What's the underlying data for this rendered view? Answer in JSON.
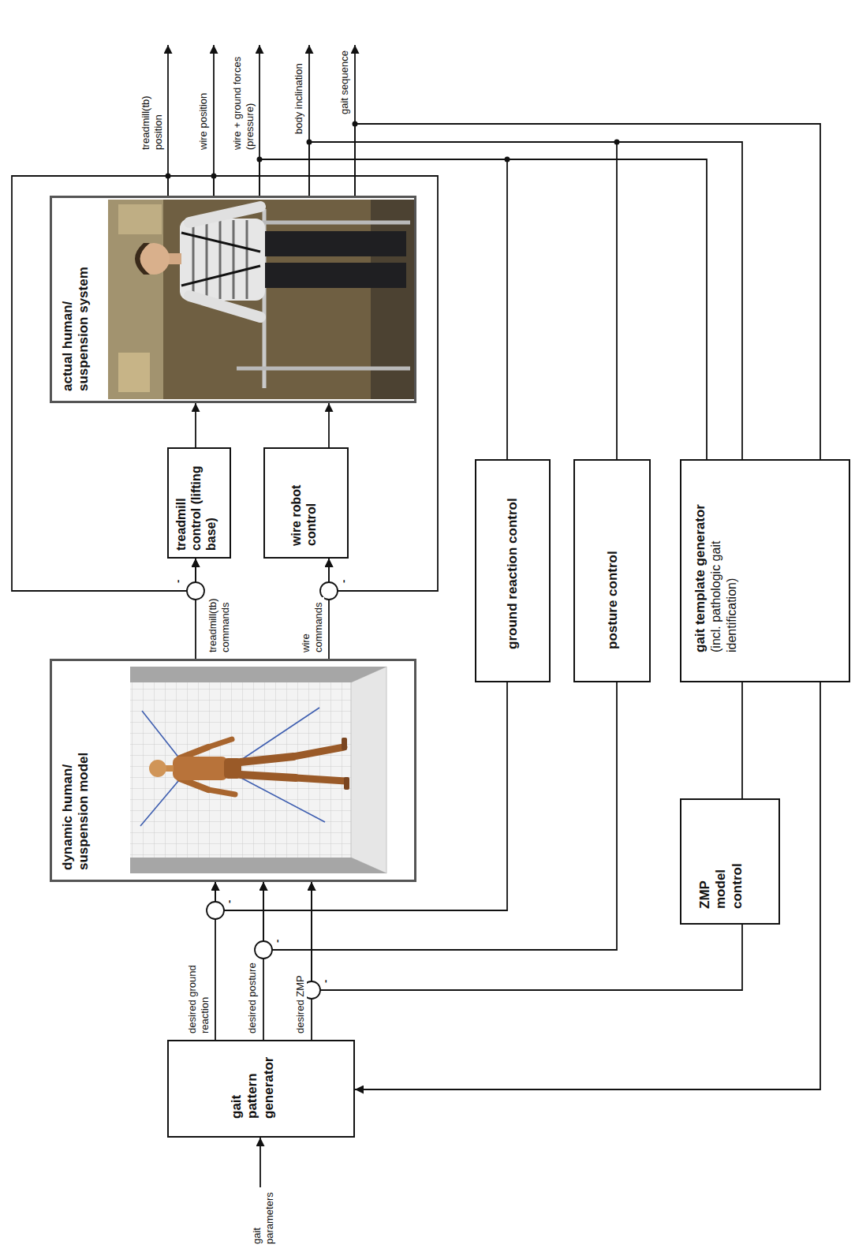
{
  "diagram": {
    "nodes": [
      {
        "text": [
          "gait pattern generator"
        ]
      },
      {
        "text": [
          "dynamic human/ suspension model"
        ]
      },
      {
        "text": [
          "treadmill control (lifting base)"
        ]
      },
      {
        "text": [
          "wire robot control"
        ]
      },
      {
        "text": [
          "actual human/ suspension system"
        ]
      },
      {
        "text": [
          "ground reaction control"
        ]
      },
      {
        "text": [
          "posture control"
        ]
      },
      {
        "text": [
          "ZMP model control"
        ]
      },
      {
        "text": [
          "gait template generator",
          "(incl. pathologic gait identification)"
        ]
      }
    ],
    "edges": [
      {
        "from": 0,
        "to": 1,
        "label": "desired ground reaction",
        "arrow": "to"
      },
      {
        "from": 0,
        "to": 1,
        "label": "desired posture",
        "arrow": "to"
      },
      {
        "from": 0,
        "to": 1,
        "label": "desired ZMP",
        "arrow": "to"
      },
      {
        "from": 1,
        "to": 2,
        "label": "treadmill(tb) commands",
        "arrow": "to"
      },
      {
        "from": 1,
        "to": 3,
        "label": "wire commands",
        "arrow": "to"
      },
      {
        "from": 2,
        "to": 4,
        "arrow": "to"
      },
      {
        "from": 3,
        "to": 4,
        "arrow": "to"
      },
      {
        "from": 4,
        "to": 2,
        "arrow": "to"
      },
      {
        "from": 4,
        "to": 3,
        "arrow": "to"
      },
      {
        "from": 4,
        "to": 5,
        "arrow": "none"
      },
      {
        "from": 4,
        "to": 6,
        "arrow": "none"
      },
      {
        "from": 4,
        "to": 8,
        "arrow": "none"
      },
      {
        "from": 4,
        "to": 8,
        "arrow": "none"
      },
      {
        "from": 4,
        "to": 8,
        "arrow": "none"
      },
      {
        "from": 5,
        "to": 1,
        "arrow": "to"
      },
      {
        "from": 6,
        "to": 1,
        "arrow": "to"
      },
      {
        "from": 7,
        "to": 1,
        "arrow": "to"
      },
      {
        "from": 7,
        "to": 8,
        "arrow": "none"
      },
      {
        "from": 8,
        "to": 0,
        "arrow": "to"
      }
    ],
    "labels": [
      "gait parameters",
      "treadmill(tb) position",
      "wire position",
      "wire + ground forces (pressure)",
      "body inclination",
      "gait sequence",
      "-",
      "-",
      "-",
      "-",
      "-"
    ]
  }
}
